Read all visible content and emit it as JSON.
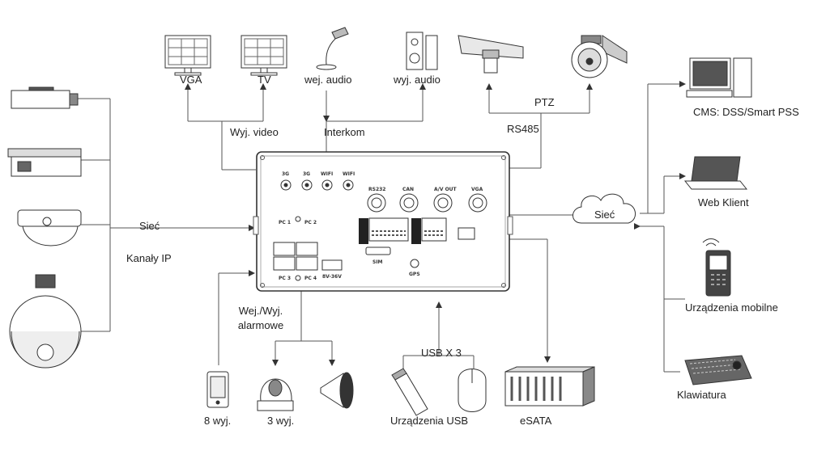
{
  "labels": {
    "vga": "VGA",
    "tv": "TV",
    "audio_in": "wej. audio",
    "audio_out": "wyj. audio",
    "video_out": "Wyj. video",
    "intercom": "Interkom",
    "ptz": "PTZ",
    "rs485": "RS485",
    "cms": "CMS: DSS/Smart PSS",
    "network_left": "Sieć",
    "ip_channels": "Kanały IP",
    "network_right": "Sieć",
    "web_client": "Web Klient",
    "mobile": "Urządzenia mobilne",
    "keyboard": "Klawiatura",
    "alarm_io_line1": "Wej./Wyj.",
    "alarm_io_line2": "alarmowe",
    "out8": "8 wyj.",
    "out3": "3 wyj.",
    "usb_x3": "USB X 3",
    "usb_devices": "Urządzenia USB",
    "esata": "eSATA"
  },
  "panel": {
    "ant1": "3G",
    "ant2": "3G",
    "ant3": "WIFI",
    "ant4": "WIFI",
    "rs232": "RS232",
    "can": "CAN",
    "av_out": "A/V OUT",
    "vga": "VGA",
    "pc1": "PC 1",
    "pc2": "PC 2",
    "pc3": "PC 3",
    "pc4": "PC 4",
    "power": "8V-36V",
    "sim": "SIM",
    "gps": "GPS"
  }
}
